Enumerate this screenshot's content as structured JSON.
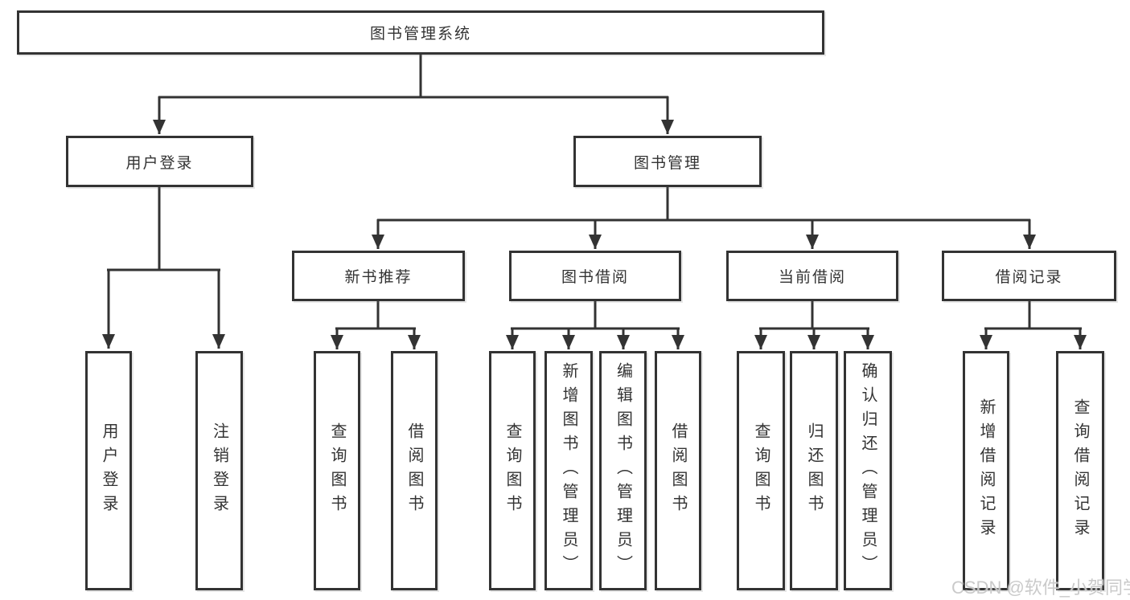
{
  "tree": {
    "root": {
      "label": "图书管理系统",
      "children": [
        {
          "label": "用户登录",
          "children": [
            {
              "label": "用户登录"
            },
            {
              "label": "注销登录"
            }
          ]
        },
        {
          "label": "图书管理",
          "children": [
            {
              "label": "新书推荐",
              "children": [
                {
                  "label": "查询图书"
                },
                {
                  "label": "借阅图书"
                }
              ]
            },
            {
              "label": "图书借阅",
              "children": [
                {
                  "label": "查询图书"
                },
                {
                  "label": "新增图书（管理员）"
                },
                {
                  "label": "编辑图书（管理员）"
                },
                {
                  "label": "借阅图书"
                }
              ]
            },
            {
              "label": "当前借阅",
              "children": [
                {
                  "label": "查询图书"
                },
                {
                  "label": "归还图书"
                },
                {
                  "label": "确认归还（管理员）"
                }
              ]
            },
            {
              "label": "借阅记录",
              "children": [
                {
                  "label": "新增借阅记录"
                },
                {
                  "label": "查询借阅记录"
                }
              ]
            }
          ]
        }
      ]
    }
  },
  "watermark": {
    "text": "CSDN @软件_小贺同学"
  },
  "colors": {
    "line": "#333333",
    "box_border": "#333333",
    "box_background": "#ffffff",
    "text": "#333333",
    "watermark": "#c5c5c5"
  }
}
